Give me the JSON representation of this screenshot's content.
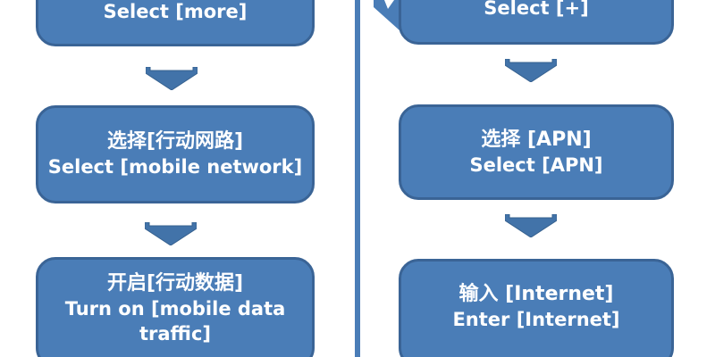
{
  "diagram": {
    "title_hint": "APN setup flowchart (two parallel step sequences)",
    "colors": {
      "box_fill": "#4a7db7",
      "box_border": "#3a6496",
      "arrow_fill": "#4273a9",
      "arrow_edge": "#36618f",
      "divider": "#4a7db7",
      "text": "#ffffff"
    },
    "columns": [
      {
        "id": "left",
        "steps": [
          {
            "lines": [
              "Select [more]"
            ]
          },
          {
            "lines": [
              "选择[行动网路]",
              "Select [mobile network]"
            ]
          },
          {
            "lines": [
              "开启[行动数据]",
              "Turn on [mobile data traffic]"
            ]
          }
        ]
      },
      {
        "id": "right",
        "steps": [
          {
            "lines": [
              "Select [+]"
            ]
          },
          {
            "lines": [
              "选择 [APN]",
              "Select [APN]"
            ]
          },
          {
            "lines": [
              "输入 [Internet]",
              "Enter [Internet]"
            ]
          }
        ]
      }
    ]
  }
}
